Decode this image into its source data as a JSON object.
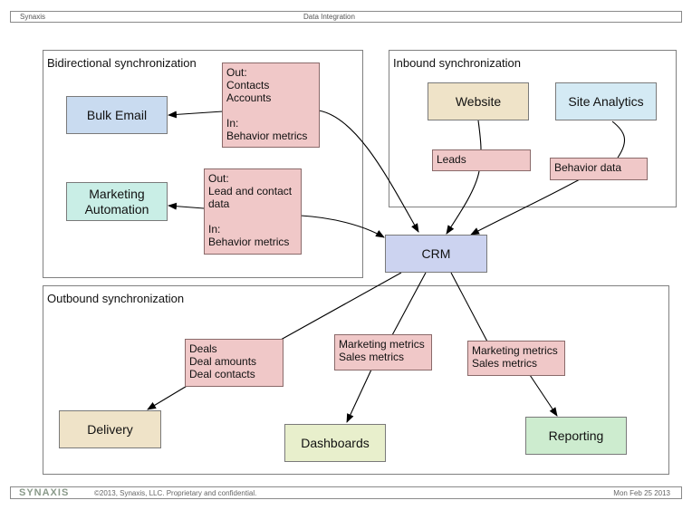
{
  "header": {
    "left": "Synaxis",
    "center": "Data Integration"
  },
  "footer": {
    "logo": "SYNAXIS",
    "copyright": "©2013, Synaxis, LLC. Proprietary and confidential.",
    "date": "Mon Feb 25 2013"
  },
  "groups": {
    "bidirectional": "Bidirectional synchronization",
    "inbound": "Inbound synchronization",
    "outbound": "Outbound synchronization"
  },
  "nodes": {
    "bulk_email": "Bulk Email",
    "marketing_automation": "Marketing\nAutomation",
    "website": "Website",
    "site_analytics": "Site Analytics",
    "crm": "CRM",
    "delivery": "Delivery",
    "dashboards": "Dashboards",
    "reporting": "Reporting"
  },
  "labels": {
    "bulk_email_flow": "Out:\nContacts\nAccounts\n\nIn:\nBehavior metrics",
    "marketing_flow": "Out:\nLead and contact\ndata\n\nIn:\nBehavior metrics",
    "leads": "Leads",
    "behavior_data": "Behavior data",
    "deals": "Deals\nDeal amounts\nDeal contacts",
    "dashboards_flow": "Marketing metrics\nSales metrics",
    "reporting_flow": "Marketing metrics\nSales metrics"
  },
  "colors": {
    "crm": "#ccd3f0",
    "bulk_email": "#c9dbf0",
    "marketing_automation": "#c9eee6",
    "website": "#efe3c8",
    "site_analytics": "#d4eaf4",
    "delivery": "#efe3c8",
    "dashboards": "#e8efcc",
    "reporting": "#cdeccf",
    "label": "#f0c8c8"
  }
}
